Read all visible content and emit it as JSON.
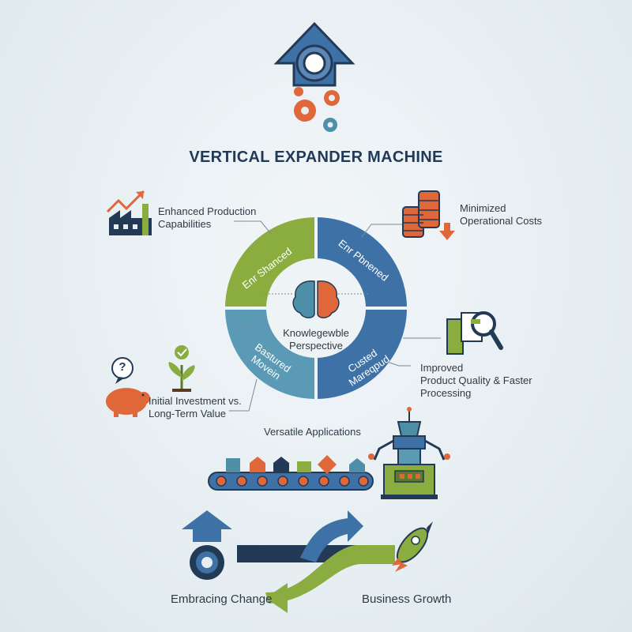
{
  "title": "VERTICAL EXPANDER MACHINE",
  "center": {
    "line1": "Knowlegewble",
    "line2": "Perspective"
  },
  "segments": {
    "top_left": "Enr Shanced",
    "top_right": "Enr Pbnened",
    "bottom_left": "Bastured Movein",
    "bottom_right": "Custed Mareqpud"
  },
  "callouts": {
    "enhanced": {
      "line1": "Enhanced Production",
      "line2": "Capabilities"
    },
    "minimized": {
      "line1": "Minimized",
      "line2": "Operational Costs"
    },
    "improved": {
      "line1": "Improved",
      "line2": "Product Quality & Faster",
      "line3": "Processing"
    },
    "investment": {
      "line1": "Initial Investment vs.",
      "line2": "Long-Term Value"
    },
    "question_mark": "?"
  },
  "versatile": "Versatile Applications",
  "bottom": {
    "left": "Embracing Change",
    "right": "Business Growth"
  },
  "colors": {
    "navy": "#233a57",
    "blue": "#3e72a6",
    "green": "#8bac3e",
    "orange": "#e0673a",
    "teal": "#4e8fa8"
  }
}
